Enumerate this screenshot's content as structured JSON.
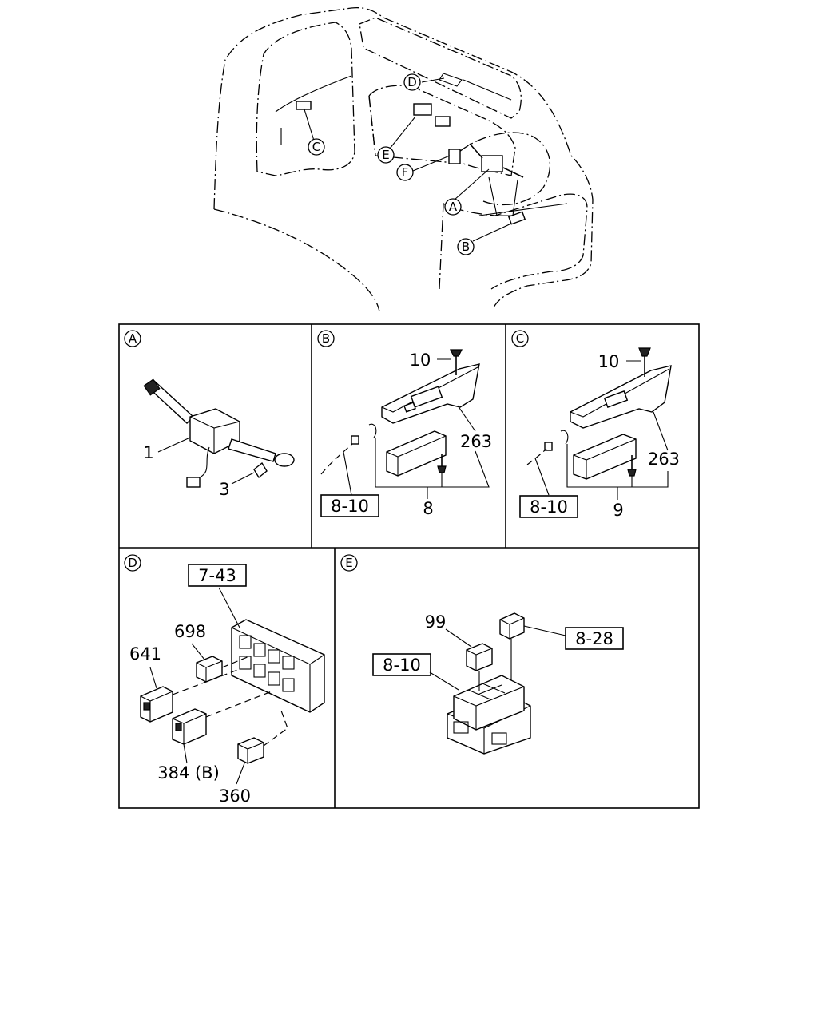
{
  "overview": {
    "callouts": [
      "A",
      "B",
      "C",
      "D",
      "E",
      "F"
    ]
  },
  "panels": {
    "A": {
      "label": "A",
      "parts": [
        "1",
        "3"
      ]
    },
    "B": {
      "label": "B",
      "parts": [
        "10",
        "263",
        "8"
      ],
      "ref": "8-10"
    },
    "C": {
      "label": "C",
      "parts": [
        "10",
        "263",
        "9"
      ],
      "ref": "8-10"
    },
    "D": {
      "label": "D",
      "parts": [
        "698",
        "641",
        "384 (B)",
        "360"
      ],
      "ref": "7-43"
    },
    "E": {
      "label": "E",
      "parts": [
        "99"
      ],
      "refs": [
        "8-10",
        "8-28"
      ]
    }
  }
}
